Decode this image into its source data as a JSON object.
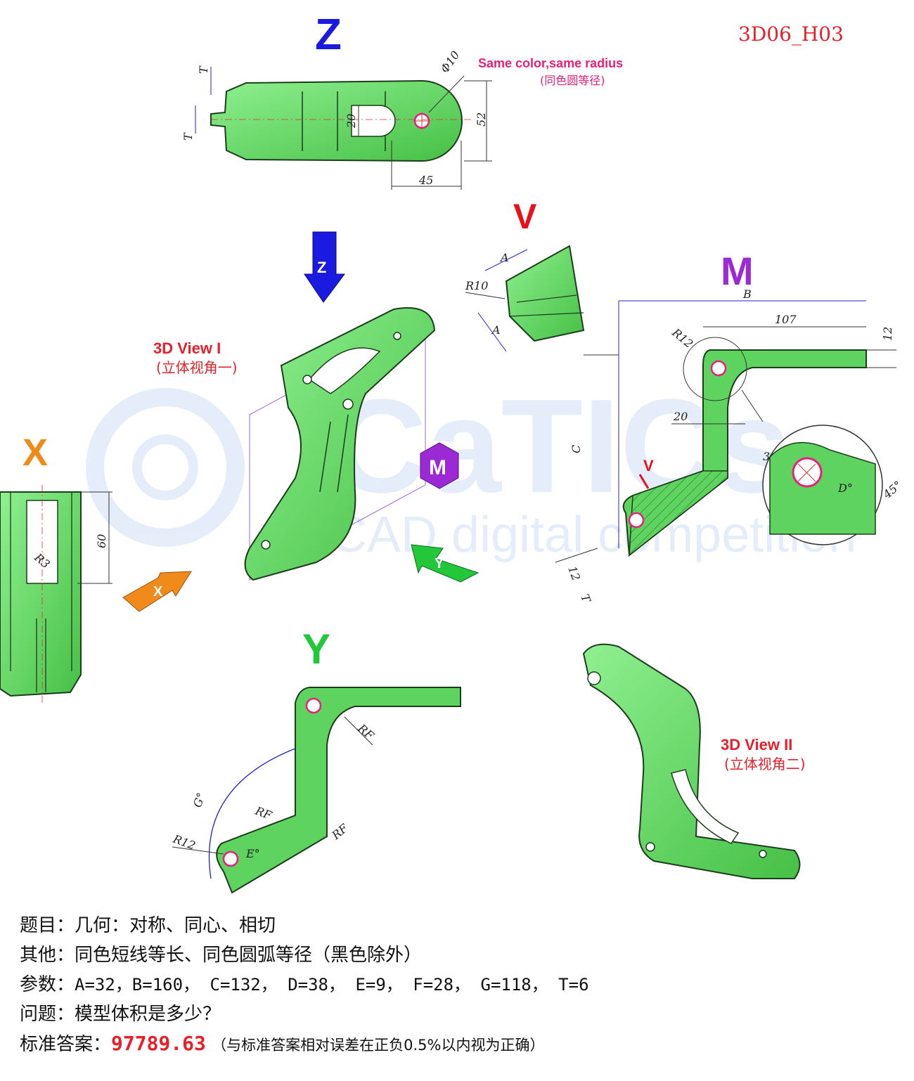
{
  "header": {
    "code": "3D06_H03"
  },
  "views": {
    "z": {
      "letter": "Z",
      "note": "Same color,same radius",
      "note_cn": "(同色圆等径)",
      "dims": {
        "phi": "Φ10",
        "width": "20",
        "height": "52",
        "length": "45",
        "t1": "T",
        "t2": "T"
      }
    },
    "v": {
      "letter": "V",
      "dims": {
        "a1": "A",
        "a2": "A",
        "r": "R10"
      }
    },
    "m": {
      "letter": "M",
      "dims": {
        "b": "B",
        "len": "107",
        "thick": "12",
        "r": "R12",
        "c": "C",
        "w": "20",
        "bot": "12",
        "t": "T",
        "three": "3",
        "d": "D°",
        "ang": "45°",
        "v_arrow": "V"
      }
    },
    "x": {
      "letter": "X",
      "dims": {
        "h": "60",
        "r": "R3"
      }
    },
    "y": {
      "letter": "Y",
      "dims": {
        "rf1": "RF",
        "rf2": "RF",
        "rf3": "RF",
        "g": "G°",
        "e": "E°",
        "r": "R12"
      }
    },
    "view1": {
      "title": "3D View I",
      "subtitle": "(立体视角一)",
      "cube": "M",
      "arrow_z": "Z",
      "arrow_x": "X",
      "arrow_y": "Y"
    },
    "view2": {
      "title": "3D View II",
      "subtitle": "(立体视角二)"
    }
  },
  "watermark": {
    "brand": "CaTICs",
    "tagline": "CAD digital competition"
  },
  "colors": {
    "part": "#5fd35f",
    "part_dark": "#2e8a2e",
    "red_label": "#e8202a",
    "z_blue": "#1a1ae0",
    "v_red": "#e8101a",
    "m_purple": "#9b2ad6",
    "x_orange": "#f08a1a",
    "y_green": "#22c83a"
  },
  "footer": {
    "line1": {
      "label": "题目：",
      "text": "几何：对称、同心、相切"
    },
    "line2": {
      "label": "其他：",
      "text": "同色短线等长、同色圆弧等径（黑色除外）"
    },
    "line3": {
      "label": "参数：",
      "text": "A=32，B=160， C=132， D=38， E=9， F=28， G=118， T=6"
    },
    "line4": {
      "label": "问题：",
      "text": "模型体积是多少？"
    },
    "line5": {
      "label": "标准答案：",
      "answer": "97789.63",
      "note": "（与标准答案相对误差在正负0.5%以内视为正确）"
    }
  }
}
